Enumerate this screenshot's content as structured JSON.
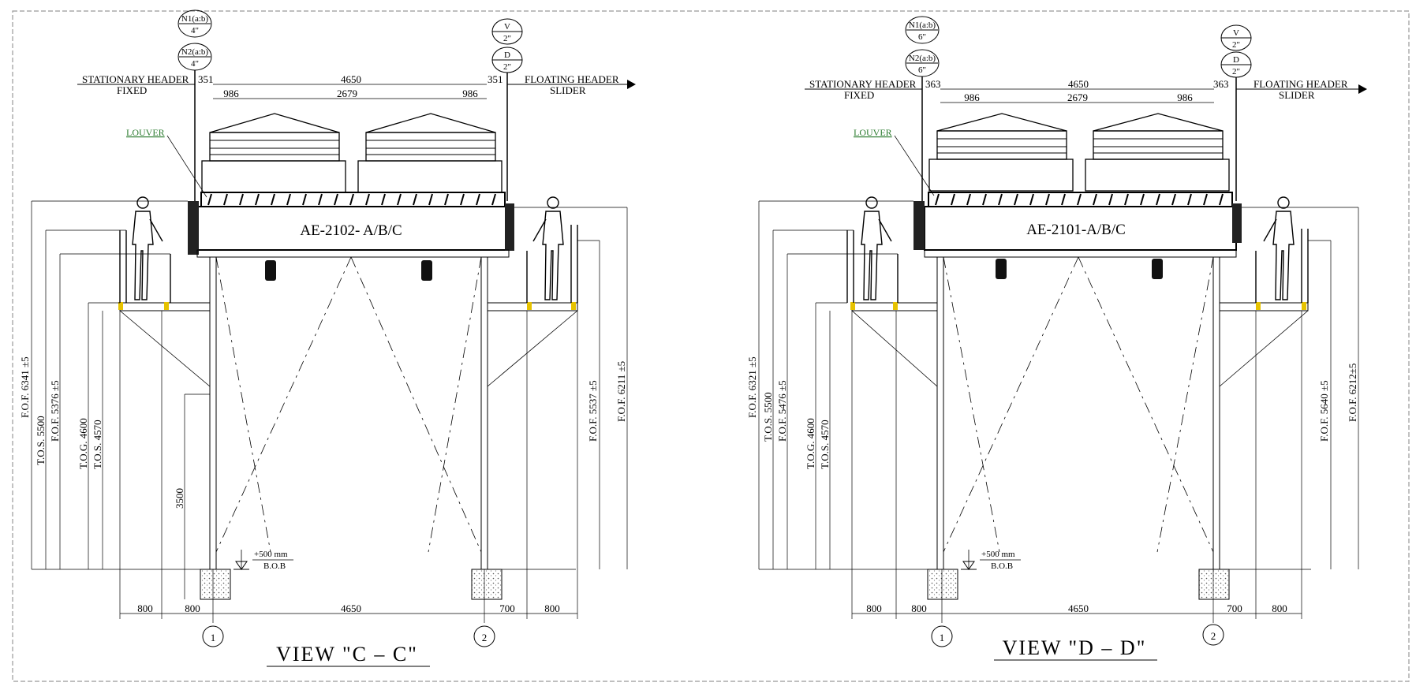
{
  "drawing": {
    "views": [
      {
        "id": "view_cc",
        "equipment_tag": "AE-2102- A/B/C",
        "view_title": "VIEW \"C – C\"",
        "left_header_label": "STATIONARY HEADER",
        "left_header_sub": "FIXED",
        "right_header_label": "FLOATING HEADER",
        "right_header_sub": "SLIDER",
        "louver_label": "LOUVER",
        "nozzles_left": [
          {
            "name": "N1(a:b)",
            "size": "4\""
          },
          {
            "name": "N2(a:b)",
            "size": "4\""
          }
        ],
        "nozzles_right": [
          {
            "name": "V",
            "size": "2\""
          },
          {
            "name": "D",
            "size": "2\""
          }
        ],
        "top_dims": {
          "overall": "4650",
          "left_offset": "351",
          "right_offset": "351",
          "bay_left": "986",
          "bay_mid": "2679",
          "bay_right": "986"
        },
        "left_elevations": [
          "F.O.F. 6341 ±5",
          "T.O.S. 5500",
          "F.O.F. 5376 ±5",
          "T.O.G. 4600",
          "T.O.S. 4570"
        ],
        "right_elevations": [
          "F.O.F. 5537 ±5",
          "F.O.F. 6211 ±5"
        ],
        "column_height": "3500",
        "bob_note": "+500 mm",
        "bob_label": "B.O.B",
        "bottom_dims": [
          "800",
          "800",
          "4650",
          "700",
          "800"
        ],
        "grid_markers": [
          "1",
          "2"
        ]
      },
      {
        "id": "view_dd",
        "equipment_tag": "AE-2101-A/B/C",
        "view_title": "VIEW \"D – D\"",
        "left_header_label": "STATIONARY HEADER",
        "left_header_sub": "FIXED",
        "right_header_label": "FLOATING HEADER",
        "right_header_sub": "SLIDER",
        "louver_label": "LOUVER",
        "nozzles_left": [
          {
            "name": "N1(a:b)",
            "size": "6\""
          },
          {
            "name": "N2(a:b)",
            "size": "6\""
          }
        ],
        "nozzles_right": [
          {
            "name": "V",
            "size": "2\""
          },
          {
            "name": "D",
            "size": "2\""
          }
        ],
        "top_dims": {
          "overall": "4650",
          "left_offset": "363",
          "right_offset": "363",
          "bay_left": "986",
          "bay_mid": "2679",
          "bay_right": "986"
        },
        "left_elevations": [
          "F.O.F. 6321 ±5",
          "T.O.S. 5500",
          "F.O.F. 5476 ±5",
          "T.O.G. 4600",
          "T.O.S. 4570"
        ],
        "right_elevations": [
          "F.O.F. 5640 ±5",
          "F.O.F. 6212±5"
        ],
        "column_height": "",
        "bob_note": "+500 mm",
        "bob_label": "B.O.B",
        "bottom_dims": [
          "800",
          "800",
          "4650",
          "700",
          "800"
        ],
        "grid_markers": [
          "1",
          "2"
        ]
      }
    ],
    "colors": {
      "line": "#000000",
      "louver": "#2e7d32",
      "ladder_marks": "#e6c200",
      "border": "#999999"
    }
  }
}
